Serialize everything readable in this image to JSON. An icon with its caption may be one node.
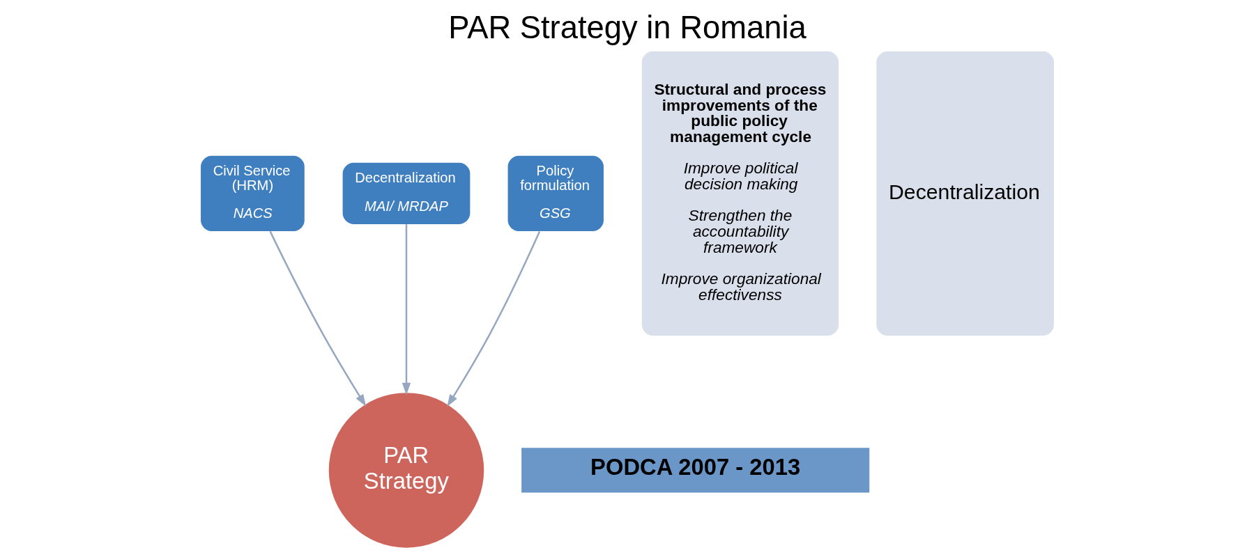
{
  "diagram": {
    "title": "PAR Strategy in Romania",
    "nodes": [
      {
        "text": [
          "Decentralization",
          "MAI/ MRDAP"
        ]
      },
      {
        "text": [
          "Civil Service (HRM)",
          "NACS"
        ]
      },
      {
        "text": [
          "Policy formulation",
          "GSG"
        ]
      },
      {
        "text": [
          "PAR Strategy"
        ]
      },
      {
        "text": [
          "Structural and process improvements of the public policy management cycle",
          "Improve political decision making",
          "Strengthen the accountability framework",
          "Improve organizational effectivenss"
        ]
      },
      {
        "text": [
          "Decentralization"
        ]
      },
      {
        "text": [
          "PODCA 2007 - 2013"
        ]
      }
    ],
    "edges": [
      {
        "from": 1,
        "to": 3,
        "arrow": "to"
      },
      {
        "from": 0,
        "to": 3,
        "arrow": "to"
      },
      {
        "from": 2,
        "to": 3,
        "arrow": "to"
      }
    ]
  }
}
